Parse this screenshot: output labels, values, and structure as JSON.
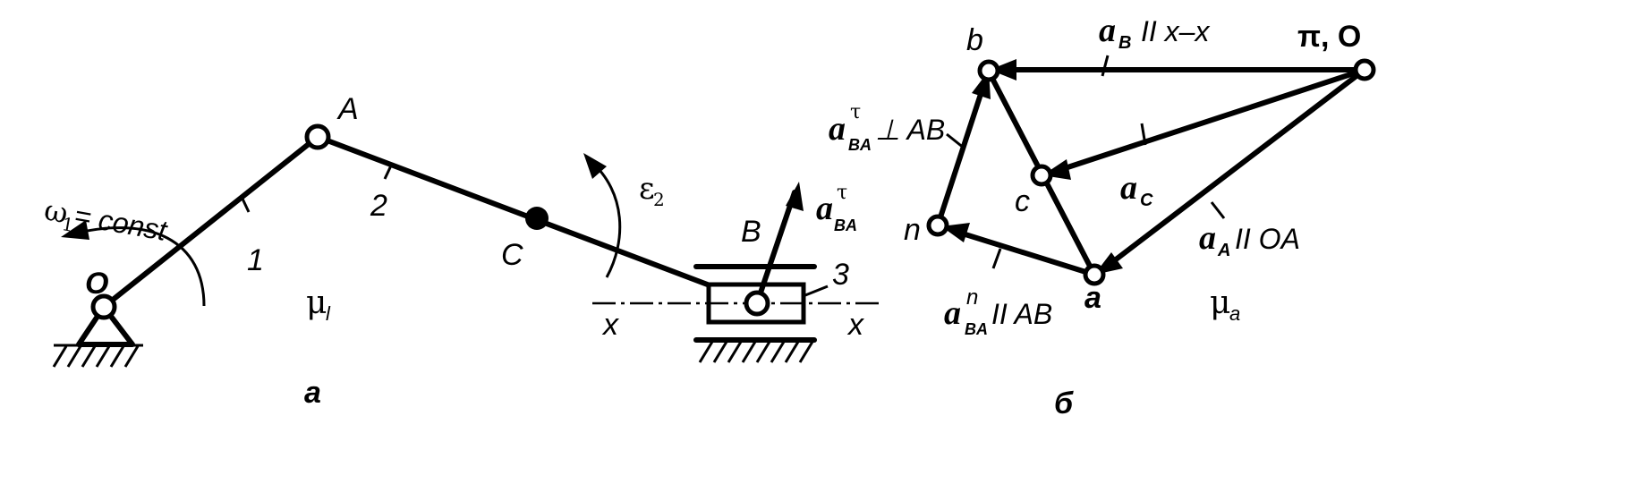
{
  "labels": {
    "O": "O",
    "A": "A",
    "B": "B",
    "C": "C",
    "link1": "1",
    "link2": "2",
    "link3": "3",
    "omega": "ω",
    "omega_sub": "1",
    "omega_rest": "= const",
    "epsilon": "ε",
    "epsilon_sub": "2",
    "mu_l": "μ",
    "mu_l_sub": "l",
    "x_left": "x",
    "x_right": "x",
    "a_tau": "a",
    "tau": "τ",
    "ba": "BA",
    "panel_a": "а"
  },
  "polygon": {
    "b": "b",
    "c": "c",
    "n": "n",
    "a": "a",
    "pi_o": "π, O",
    "aB_letter": "a",
    "aB_sub": "B",
    "aB_rel": "II x–x",
    "aBAt_letter": "a",
    "aBAt_sup": "τ",
    "aBAt_sub": "BA",
    "aBAt_rel": "⊥ AB",
    "aC_letter": "a",
    "aC_sub": "C",
    "aA_letter": "a",
    "aA_sub": "A",
    "aA_rel": "II OA",
    "aBAn_letter": "a",
    "aBAn_sup": "n",
    "aBAn_sub": "BA",
    "aBAn_rel": "II AB",
    "mu_a": "μ",
    "mu_a_sub": "a",
    "panel_b": "б"
  }
}
